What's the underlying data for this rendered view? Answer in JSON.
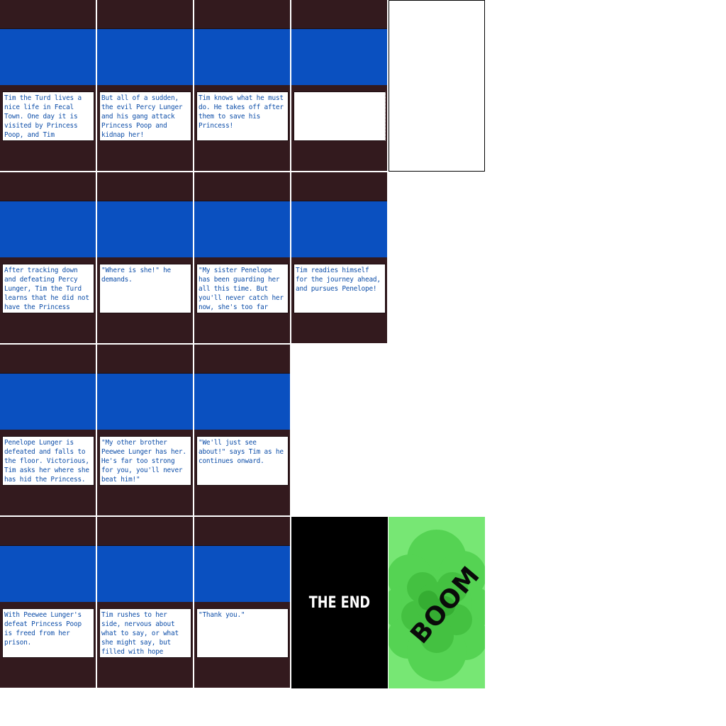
{
  "panels": [
    {
      "text": "Tim the Turd lives a nice life in Fecal Town. One day it is visited by Princess Poop, and Tim immediately falls in love with her."
    },
    {
      "text": "But all of a sudden, the evil Percy Lunger and his gang attack Princess Poop and kidnap her!"
    },
    {
      "text": "Tim knows what he must do. He takes off after them to save his Princess!"
    },
    {
      "text": ""
    },
    {
      "text": "After tracking down and defeating Percy Lunger, Tim the Turd learns that he did not have the Princess after all!"
    },
    {
      "text": "\"Where is she!\" he demands."
    },
    {
      "text": "\"My sister Penelope has been guarding her all this time. But you'll never catch her now, she's too far away! Haha!\" Percy responds."
    },
    {
      "text": "Tim readies himself for the journey ahead, and pursues Penelope!"
    },
    {
      "text": "Penelope Lunger is defeated and falls to the floor. Victorious, Tim asks her where she has hid the Princess."
    },
    {
      "text": "\"My other brother Peewee Lunger has her. He's far too strong for you, you'll never beat him!\""
    },
    {
      "text": "\"We'll just see about!\" says Tim as he continues onward."
    },
    {
      "text": "With Peewee Lunger's defeat Princess Poop is freed from her prison."
    },
    {
      "text": "Tim rushes to her side, nervous about what to say, or what she might say, but filled with hope nonetheless."
    },
    {
      "text": "\"Thank you.\""
    }
  ],
  "end_card": {
    "text": "THE END"
  },
  "boom_card": {
    "text": "BOOM"
  },
  "colors": {
    "frame": "#331a1e",
    "sky": "#0a50c0",
    "caption_text": "#0c4da8",
    "boom_bg": "#77e774"
  }
}
